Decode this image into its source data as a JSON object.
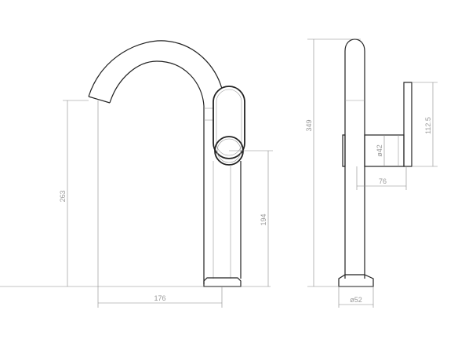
{
  "front_view": {
    "dimensions": {
      "spout_height": "263",
      "spout_reach": "176",
      "handle_height": "194"
    }
  },
  "side_view": {
    "dimensions": {
      "total_height": "349",
      "handle_plate_height": "112.5",
      "handle_diameter": "ø42",
      "handle_projection": "76",
      "base_diameter": "ø52"
    }
  }
}
